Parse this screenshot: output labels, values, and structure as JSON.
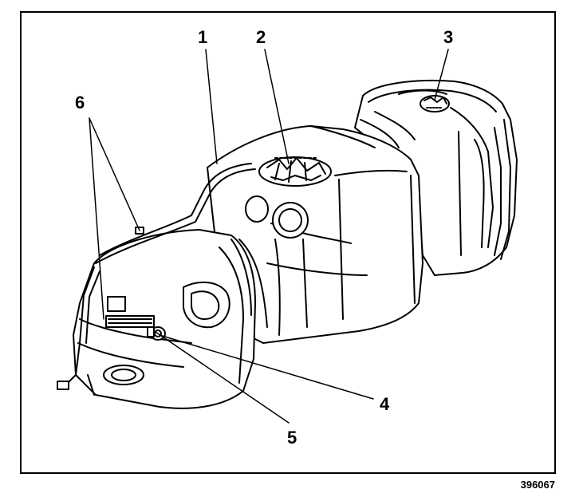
{
  "diagram": {
    "subject": "fuel-tank-assembly",
    "callouts": [
      {
        "id": "c1",
        "label": "1"
      },
      {
        "id": "c2",
        "label": "2"
      },
      {
        "id": "c3",
        "label": "3"
      },
      {
        "id": "c4",
        "label": "4"
      },
      {
        "id": "c5",
        "label": "5"
      },
      {
        "id": "c6",
        "label": "6"
      }
    ],
    "figure_id": "396067"
  },
  "colors": {
    "ink": "#000000",
    "paper": "#ffffff"
  }
}
